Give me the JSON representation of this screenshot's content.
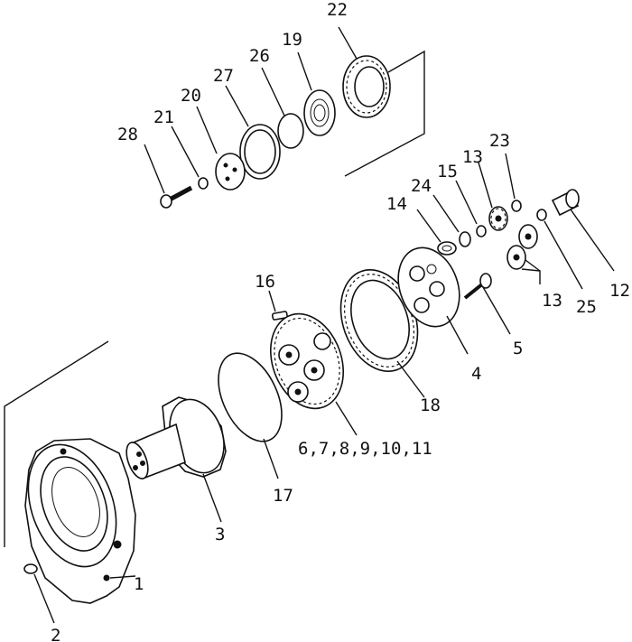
{
  "diagram": {
    "callouts": {
      "p1": "1",
      "p2": "2",
      "p3": "3",
      "p4": "4",
      "p5": "5",
      "p6_11": "6,7,8,9,10,11",
      "p12": "12",
      "p13a": "13",
      "p13b": "13",
      "p14": "14",
      "p15": "15",
      "p16": "16",
      "p17": "17",
      "p18": "18",
      "p19": "19",
      "p20": "20",
      "p21": "21",
      "p22": "22",
      "p23": "23",
      "p24": "24",
      "p25": "25",
      "p26": "26",
      "p27": "27",
      "p28": "28"
    }
  }
}
